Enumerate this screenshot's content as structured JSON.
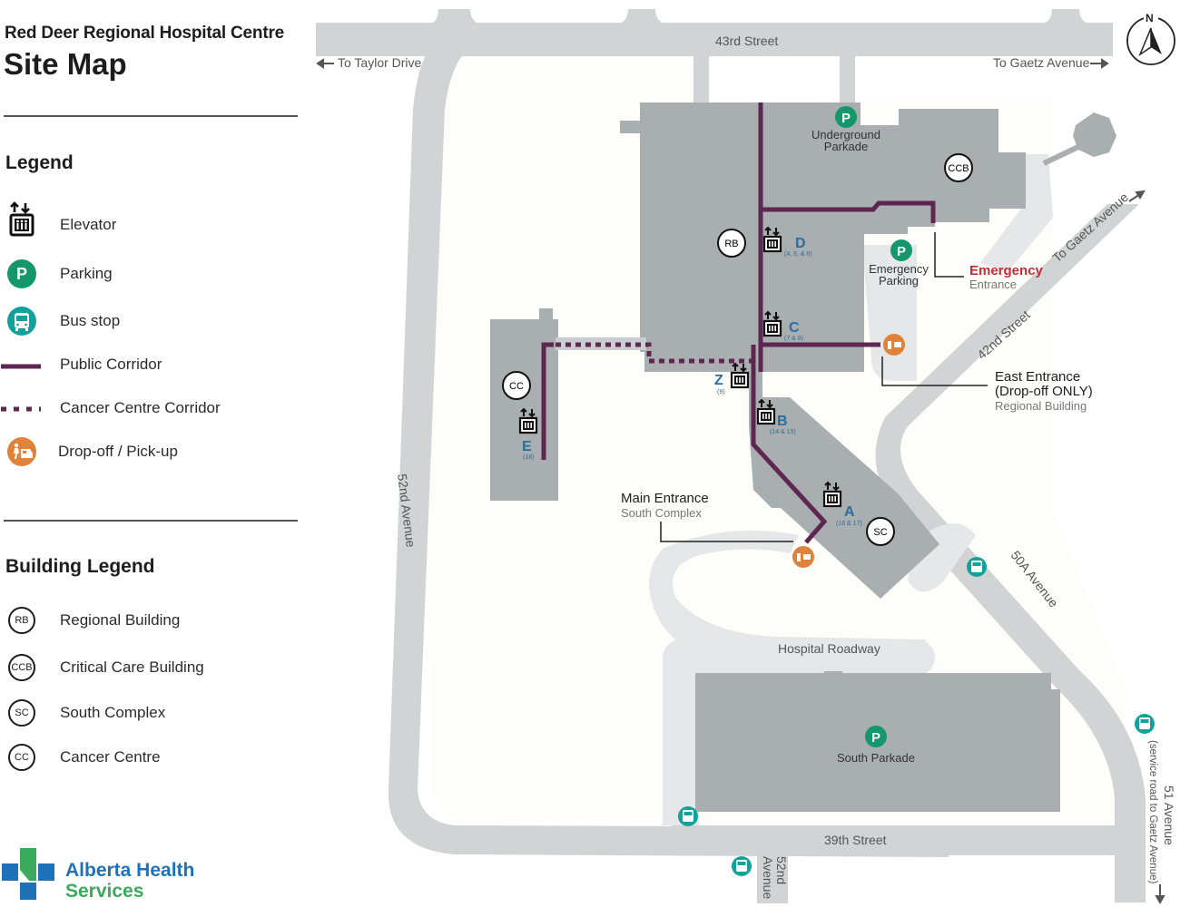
{
  "header": {
    "hospital_name": "Red Deer Regional Hospital Centre",
    "map_title": "Site Map"
  },
  "legend": {
    "title": "Legend",
    "items": [
      {
        "icon": "elevator-icon",
        "label": "Elevator"
      },
      {
        "icon": "parking-icon",
        "label": "Parking"
      },
      {
        "icon": "bus-stop-icon",
        "label": "Bus stop"
      },
      {
        "icon": "public-corridor-line",
        "label": "Public Corridor"
      },
      {
        "icon": "cancer-centre-corridor-line",
        "label": "Cancer Centre Corridor"
      },
      {
        "icon": "drop-off-icon",
        "label": "Drop-off / Pick-up"
      }
    ]
  },
  "building_legend": {
    "title": "Building Legend",
    "items": [
      {
        "code": "RB",
        "label": "Regional Building"
      },
      {
        "code": "CCB",
        "label": "Critical Care Building"
      },
      {
        "code": "SC",
        "label": "South Complex"
      },
      {
        "code": "CC",
        "label": "Cancer Centre"
      }
    ]
  },
  "logo": {
    "line1": "Alberta Health",
    "line2": "Services"
  },
  "colors": {
    "corridor": "#5e2750",
    "parking": "#14976a",
    "bus": "#11a39b",
    "dropoff": "#e0823a",
    "emergency": "#c62d3a",
    "elevator_label": "#2a6e9a",
    "road": "#d2d3d4",
    "building": "#a9aeb1",
    "logo_blue": "#1f72b8",
    "logo_green": "#3aaa5c"
  },
  "map": {
    "compass": "N",
    "streets": {
      "north": "43rd Street",
      "to_taylor": "To Taylor Drive",
      "to_gaetz_top": "To Gaetz Avenue",
      "to_gaetz_diag": "To Gaetz Avenue",
      "street_42": "42nd Street",
      "ave_52_west": "52nd Avenue",
      "ave_50a": "50A Avenue",
      "hospital_roadway": "Hospital Roadway",
      "street_39": "39th Street",
      "ave_52_south_1": "52nd",
      "ave_52_south_2": "Avenue",
      "ave_51": "51 Avenue",
      "ave_51_note": "(service road to Gaetz Avenue)"
    },
    "buildings": {
      "rb": "RB",
      "ccb": "CCB",
      "sc": "SC",
      "cc": "CC"
    },
    "parking": {
      "underground_1": "Underground",
      "underground_2": "Parkade",
      "emergency_1": "Emergency",
      "emergency_2": "Parking",
      "south": "South Parkade",
      "symbol": "P"
    },
    "elevators": [
      {
        "letter": "D",
        "floors": "(4, 5, & 6)"
      },
      {
        "letter": "C",
        "floors": "(7 & 8)"
      },
      {
        "letter": "Z",
        "floors": "(9)"
      },
      {
        "letter": "B",
        "floors": "(14 & 15)"
      },
      {
        "letter": "A",
        "floors": "(16 & 17)"
      },
      {
        "letter": "E",
        "floors": "(18)"
      }
    ],
    "entrances": {
      "emergency_title": "Emergency",
      "emergency_sub": "Entrance",
      "east_title_1": "East Entrance",
      "east_title_2": "(Drop-off ONLY)",
      "east_sub": "Regional Building",
      "main_title": "Main Entrance",
      "main_sub": "South Complex"
    }
  }
}
